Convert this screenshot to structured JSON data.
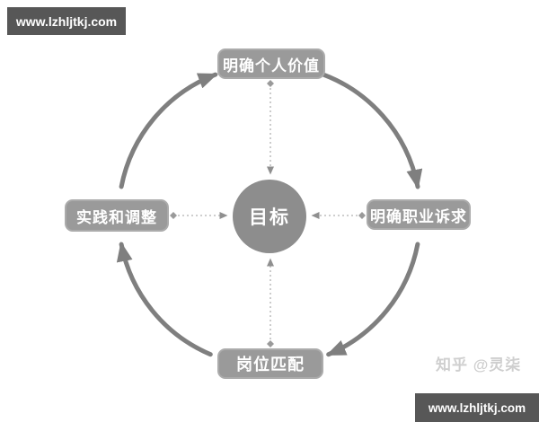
{
  "page": {
    "background": "#ffffff"
  },
  "banners": {
    "top_left": {
      "text": "www.lzhljtkj.com",
      "bg": "#575757",
      "text_color": "#ffffff"
    },
    "bottom_right": {
      "text": "www.lzhljtkj.com",
      "bg": "#575757",
      "text_color": "#ffffff"
    }
  },
  "watermark": {
    "text": "知乎 @灵柒",
    "color": "#cfcfcf"
  },
  "diagram": {
    "type": "circular-cycle",
    "direction": "clockwise",
    "center": {
      "label": "目标",
      "fill": "#8d8d8d",
      "text_color": "#ffffff"
    },
    "nodes": [
      {
        "id": "top",
        "label": "明确个人价值"
      },
      {
        "id": "right",
        "label": "明确职业诉求"
      },
      {
        "id": "bottom",
        "label": "岗位匹配"
      },
      {
        "id": "left",
        "label": "实践和调整"
      }
    ],
    "flow": [
      "明确个人价值 → 明确职业诉求",
      "明确职业诉求 → 岗位匹配",
      "岗位匹配 → 实践和调整",
      "实践和调整 → 明确个人价值"
    ],
    "connectors": "each node linked to center 目标 with dotted line (diamond at node, arrow into circle)",
    "colors": {
      "node_fill": "#9a9a9a",
      "node_border": "#ababab",
      "arc_arrow": "#7f7f7f",
      "connector_line": "#b0b0b0"
    }
  }
}
